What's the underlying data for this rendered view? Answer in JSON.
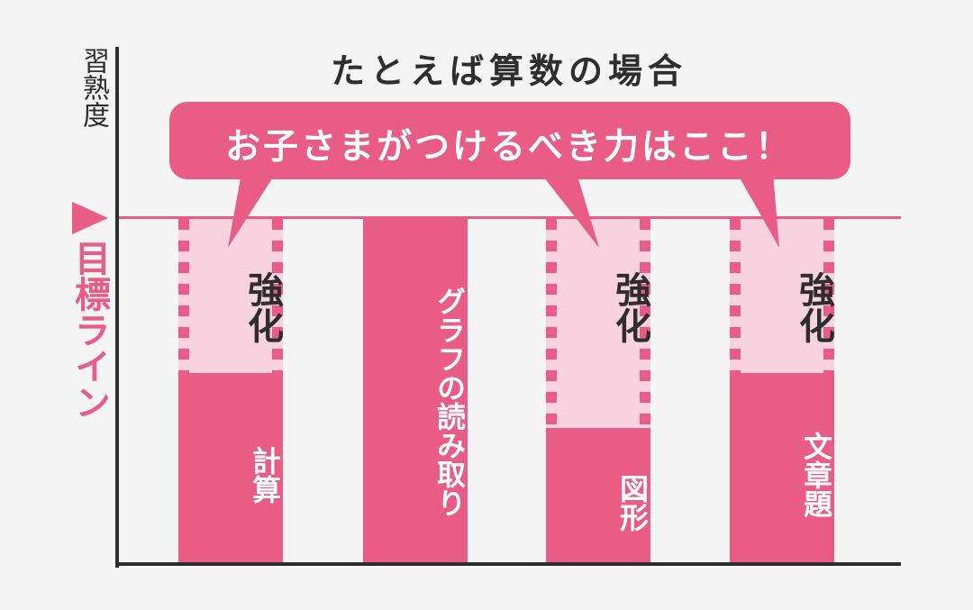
{
  "title": "たとえば算数の場合",
  "y_axis_label": "習熟度",
  "target_label": "目標ライン",
  "callout": "お子さまがつけるべき力はここ！",
  "gap_label": "強化",
  "colors": {
    "accent": "#e85c86",
    "accent_light": "#f8d2de",
    "text": "#2e2e2e",
    "background": "#f4f4f4"
  },
  "chart_data": {
    "type": "bar",
    "categories": [
      "計算",
      "グラフの読み取り",
      "図形",
      "文章題"
    ],
    "values": [
      55,
      100,
      39,
      55
    ],
    "target": 100,
    "gap_labeled": [
      true,
      false,
      true,
      true
    ],
    "title": "たとえば算数の場合",
    "ylabel": "習熟度",
    "ylim": [
      0,
      100
    ],
    "target_line_label": "目標ライン"
  }
}
